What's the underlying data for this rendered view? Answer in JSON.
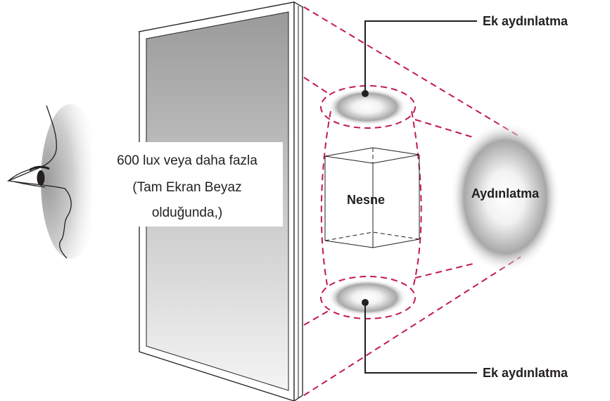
{
  "labels": {
    "extra_lighting_top": "Ek aydınlatma",
    "extra_lighting_bottom": "Ek aydınlatma",
    "lux_line1": "600 lux veya daha fazla",
    "lux_line2": "(Tam Ekran Beyaz",
    "lux_line3": "olduğunda,)",
    "object": "Nesne",
    "lighting": "Aydınlatma"
  },
  "colors": {
    "dash_line": "#c2185b",
    "dash_line_light": "#e8889c",
    "outline": "#231f20",
    "glow": "#8a8a8a"
  }
}
